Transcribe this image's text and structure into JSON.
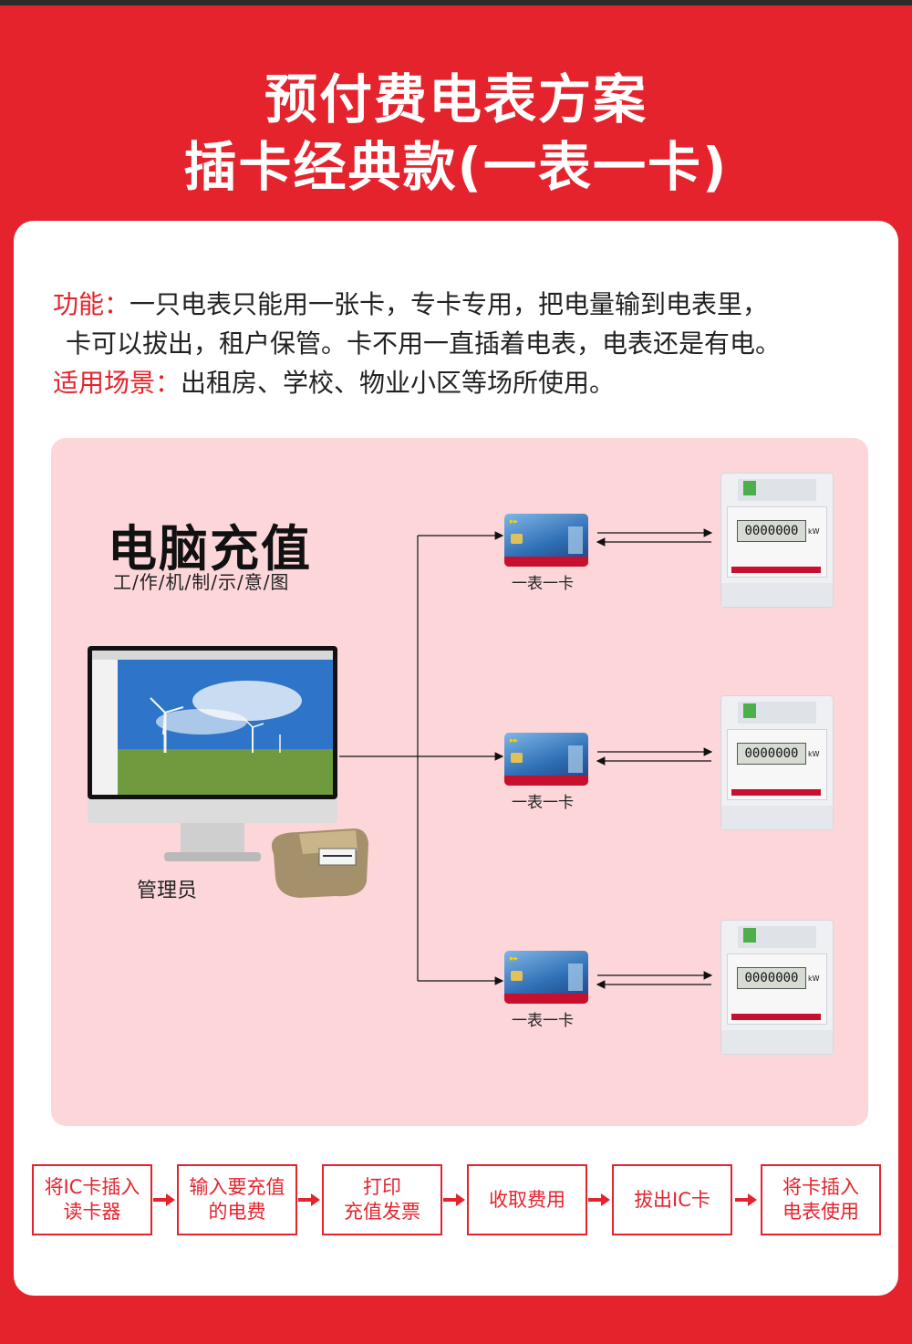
{
  "title": {
    "line1": "预付费电表方案",
    "line2": "插卡经典款(一表一卡)"
  },
  "description": {
    "function_label": "功能：",
    "function_text_line1": "一只电表只能用一张卡，专卡专用，把电量输到电表里，",
    "function_text_line2": "卡可以拔出，租户保管。卡不用一直插着电表，电表还是有电。",
    "scene_label": "适用场景：",
    "scene_text": "出租房、学校、物业小区等场所使用。"
  },
  "diagram": {
    "heading": "电脑充值",
    "subheading": "工/作/机/制/示/意/图",
    "admin_label": "管理员",
    "card_labels": [
      "一表一卡",
      "一表一卡",
      "一表一卡"
    ],
    "meter_display": "0000000",
    "meter_unit": "kW"
  },
  "flow": {
    "steps": [
      {
        "line1": "将IC卡插入",
        "line2": "读卡器"
      },
      {
        "line1": "输入要充值",
        "line2": "的电费"
      },
      {
        "line1": "打印",
        "line2": "充值发票"
      },
      {
        "line1": "收取费用",
        "line2": ""
      },
      {
        "line1": "拔出IC卡",
        "line2": ""
      },
      {
        "line1": "将卡插入",
        "line2": "电表使用"
      }
    ]
  },
  "colors": {
    "brand_red": "#e5232d",
    "pink_panel": "#fcd6d8",
    "card_white": "#ffffff"
  }
}
